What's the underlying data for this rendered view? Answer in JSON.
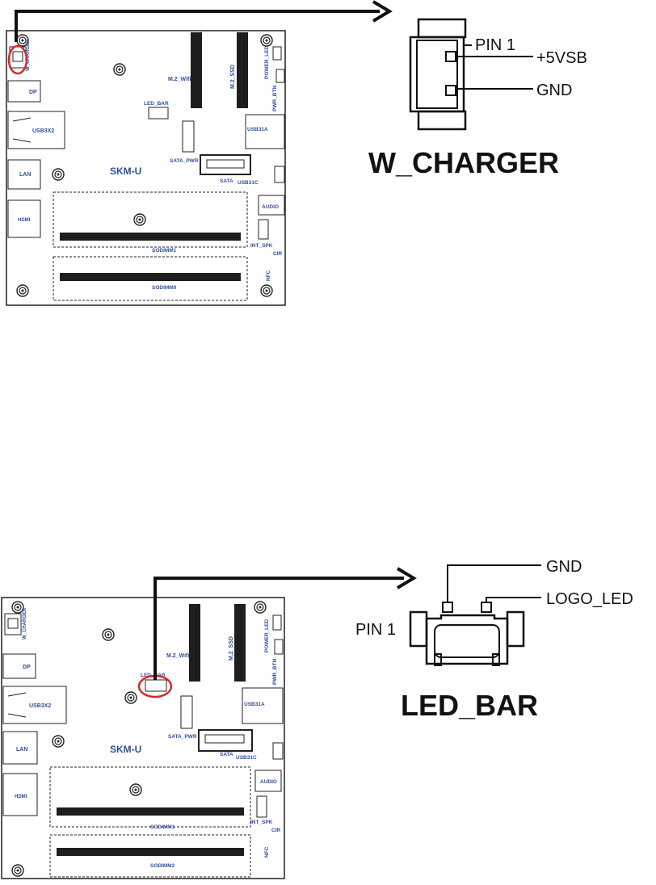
{
  "sections": [
    {
      "board": {
        "name": "SKM-U",
        "labels": {
          "w_charger": "W_CHARGER",
          "dp": "DP",
          "usb3x2": "USB3X2",
          "lan": "LAN",
          "hdmi": "HDMI",
          "m2_wifi": "M.2_Wifi",
          "m2_ssd": "M.2_SSD",
          "led_bar": "LED_BAR",
          "sata_pwr": "SATA_PWR",
          "sata": "SATA",
          "power_led": "POWER_LED",
          "pwr_btn": "PWR_BTN",
          "usb31a": "USB31A",
          "usb31c": "USB31C",
          "audio": "AUDIO",
          "int_spk": "INT_SPK",
          "cir": "CIR",
          "nfc": "NFC",
          "sodimm_a": "SODIMM1",
          "sodimm_b": "SODIMM0"
        }
      },
      "pins": {
        "pin1": "PIN 1",
        "a": "+5VSB",
        "b": "GND"
      },
      "connector_title": "W_CHARGER"
    },
    {
      "board": {
        "name": "SKM-U",
        "labels": {
          "w_charger": "W_CHARGER",
          "dp": "DP",
          "usb3x2": "USB3X2",
          "lan": "LAN",
          "hdmi": "HDMI",
          "m2_wifi": "M.2_Wifi",
          "m2_ssd": "M.2_SSD",
          "led_bar": "LED_BAR",
          "sata_pwr": "SATA_PWR",
          "sata": "SATA",
          "power_led": "POWER_LED",
          "pwr_btn": "PWR_BTN",
          "usb31a": "USB31A",
          "usb31c": "USB31C",
          "audio": "AUDIO",
          "int_spk": "INT_SPK",
          "cir": "CIR",
          "nfc": "NFC",
          "sodimm_a": "SODIMM1",
          "sodimm_b": "SODIMM2"
        }
      },
      "pins": {
        "pin1": "PIN 1",
        "a": "GND",
        "b": "LOGO_LED"
      },
      "connector_title": "LED_BAR"
    }
  ],
  "colors": {
    "label": "#2f4fa0",
    "highlight": "#d62828",
    "ink": "#111111"
  }
}
